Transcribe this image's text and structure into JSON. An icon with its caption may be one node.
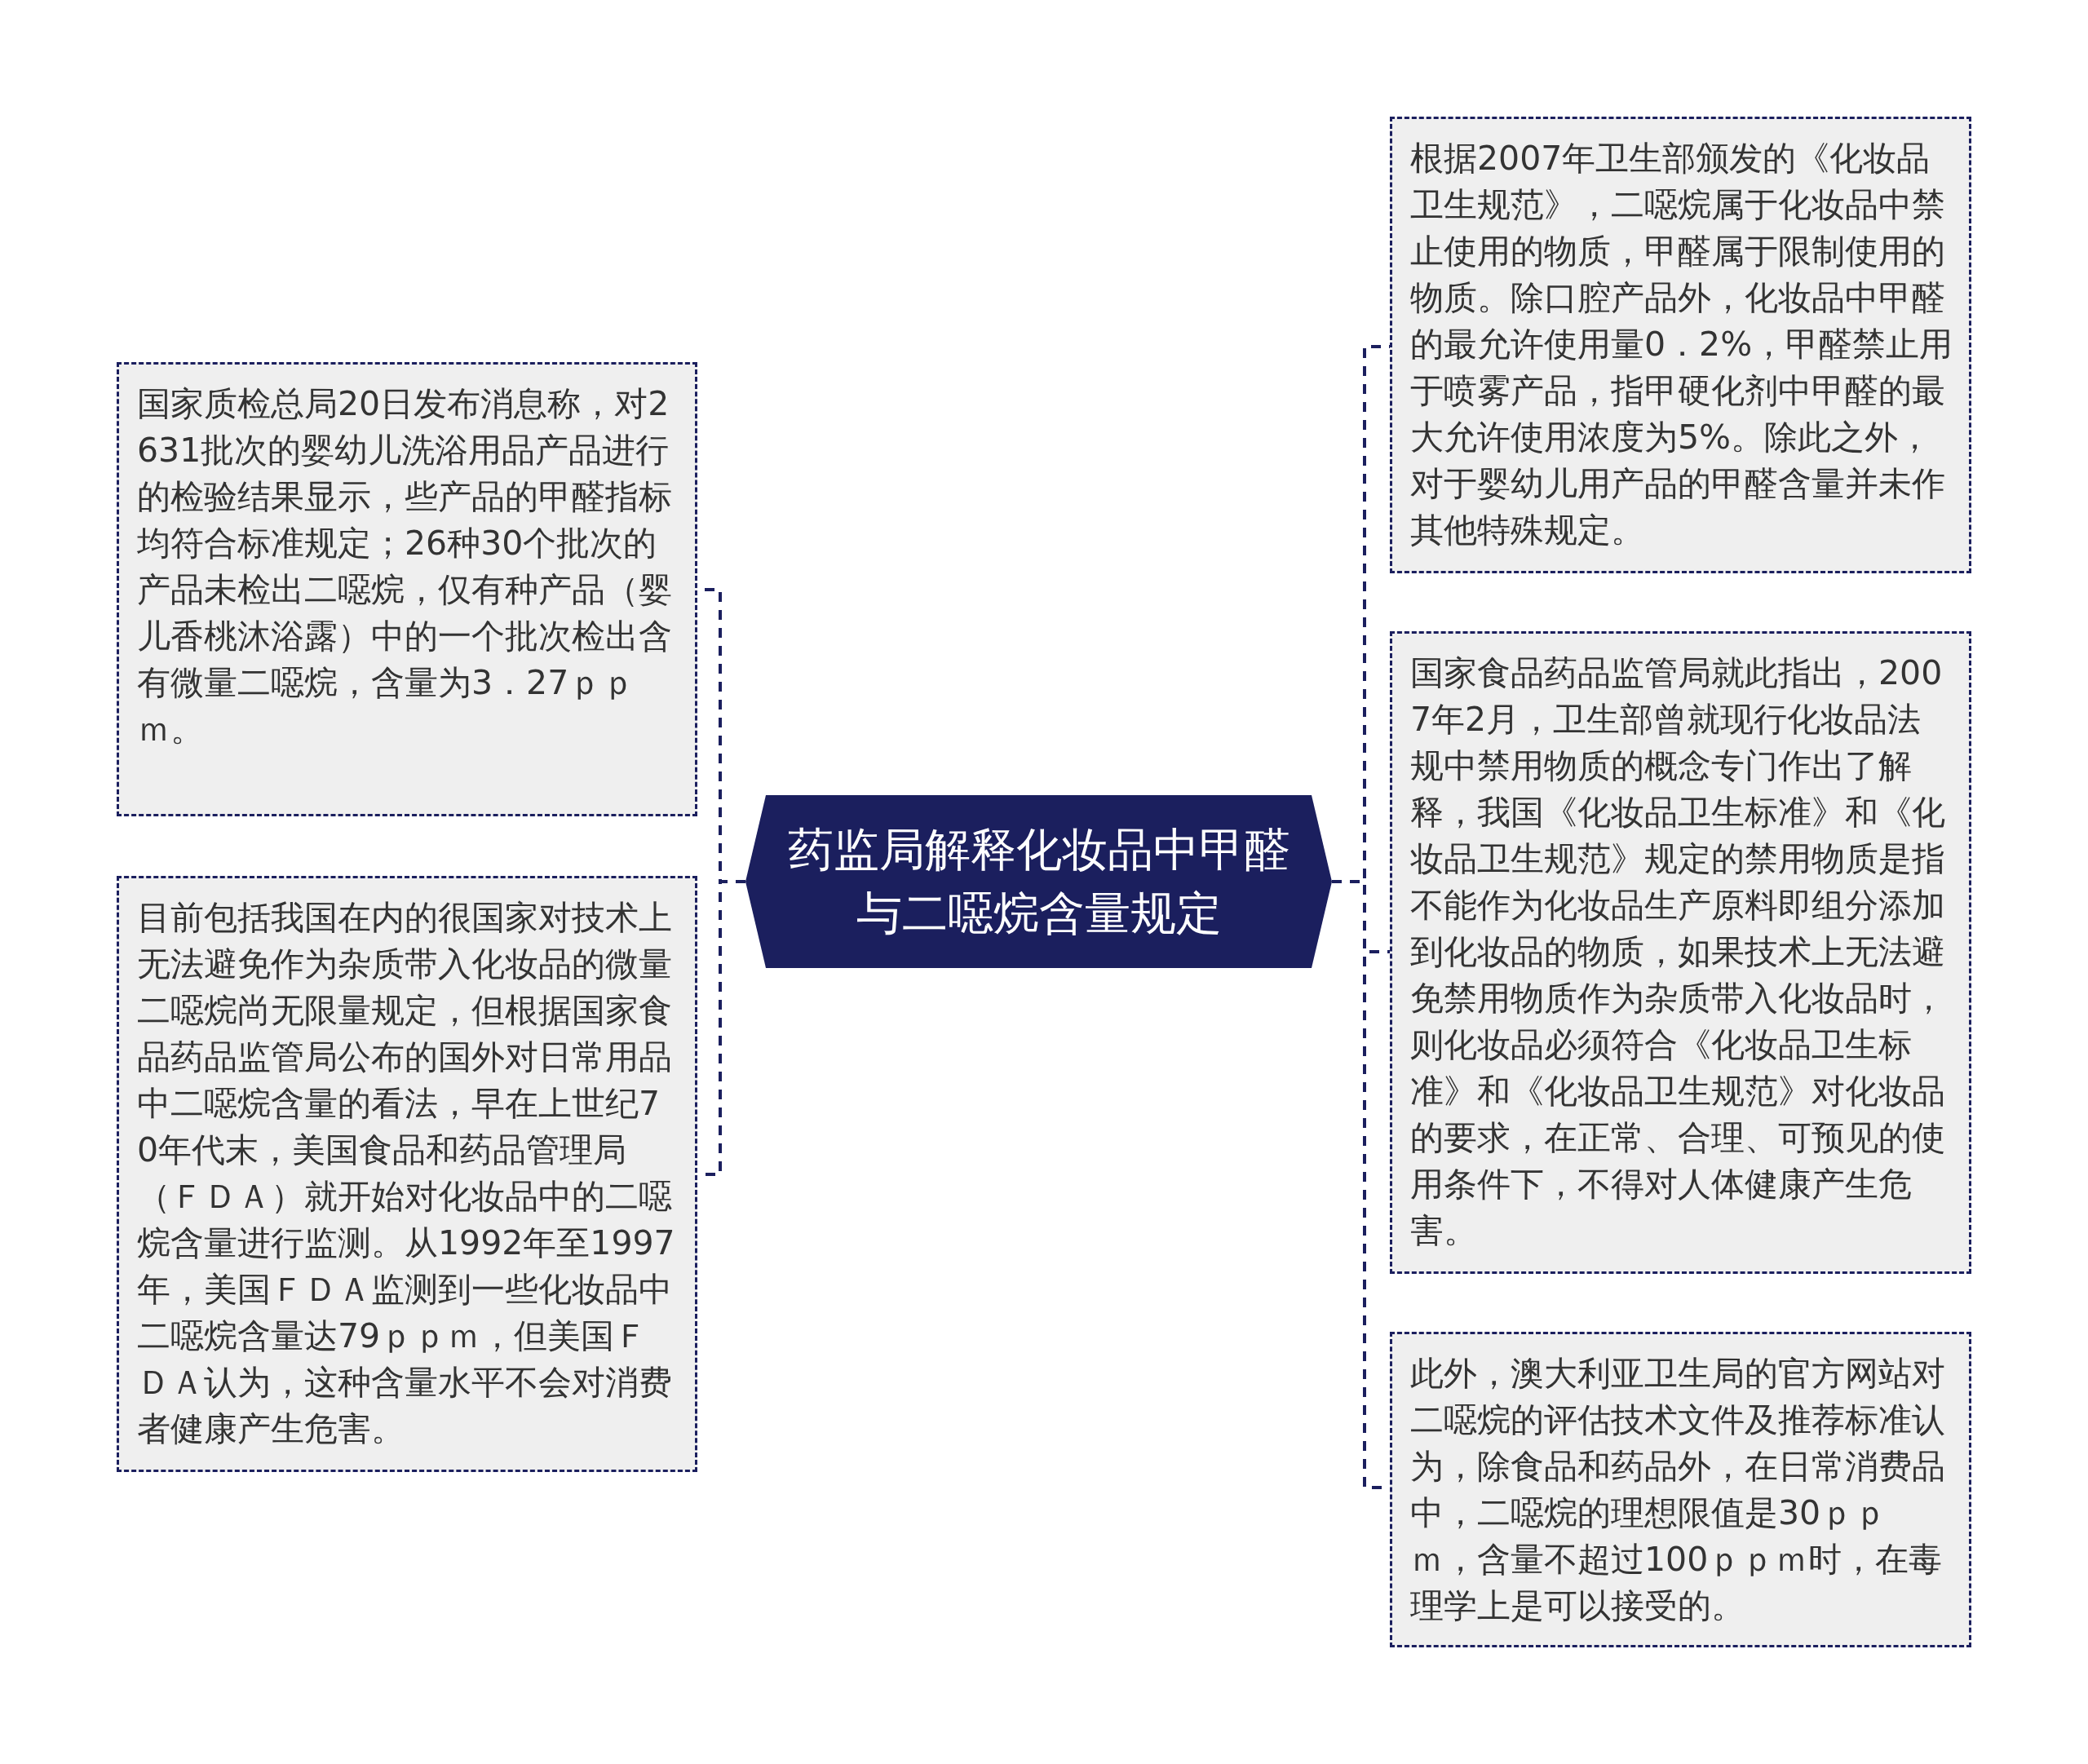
{
  "diagram": {
    "nodes": [
      {
        "text": [
          "药监局解释化妆品中甲醛与二噁烷含量规定"
        ]
      },
      {
        "text": [
          "国家质检总局20日发布消息称，对2631批次的婴幼儿洗浴用品产品进行的检验结果显示，些产品的甲醛指标均符合标准规定；26种30个批次的产品未检出二噁烷，仅有种产品（婴儿香桃沐浴露）中的一个批次检出含有微量二噁烷，含量为3．27ｐｐｍ。"
        ]
      },
      {
        "text": [
          "目前包括我国在内的很国家对技术上无法避免作为杂质带入化妆品的微量二噁烷尚无限量规定，但根据国家食品药品监管局公布的国外对日常用品中二噁烷含量的看法，早在上世纪70年代末，美国食品和药品管理局（ＦＤＡ）就开始对化妆品中的二噁烷含量进行监测。从1992年至1997年，美国ＦＤＡ监测到一些化妆品中二噁烷含量达79ｐｐｍ，但美国ＦＤＡ认为，这种含量水平不会对消费者健康产生危害。"
        ]
      },
      {
        "text": [
          "根据2007年卫生部颁发的《化妆品卫生规范》，二噁烷属于化妆品中禁止使用的物质，甲醛属于限制使用的物质。除口腔产品外，化妆品中甲醛的最允许使用量0．2%，甲醛禁止用于喷雾产品，指甲硬化剂中甲醛的最大允许使用浓度为5%。除此之外，对于婴幼儿用产品的甲醛含量并未作其他特殊规定。"
        ]
      },
      {
        "text": [
          "国家食品药品监管局就此指出，2007年2月，卫生部曾就现行化妆品法规中禁用物质的概念专门作出了解释，我国《化妆品卫生标准》和《化妆品卫生规范》规定的禁用物质是指不能作为化妆品生产原料即组分添加到化妆品的物质，如果技术上无法避免禁用物质作为杂质带入化妆品时，则化妆品必须符合《化妆品卫生标准》和《化妆品卫生规范》对化妆品的要求，在正常、合理、可预见的使用条件下，不得对人体健康产生危害。"
        ]
      },
      {
        "text": [
          "此外，澳大利亚卫生局的官方网站对二噁烷的评估技术文件及推荐标准认为，除食品和药品外，在日常消费品中，二噁烷的理想限值是30ｐｐｍ，含量不超过100ｐｐｍ时，在毒理学上是可以接受的。"
        ]
      }
    ],
    "edges": [
      {
        "from": 0,
        "to": 1,
        "arrow": "none"
      },
      {
        "from": 0,
        "to": 2,
        "arrow": "none"
      },
      {
        "from": 0,
        "to": 3,
        "arrow": "none"
      },
      {
        "from": 0,
        "to": 4,
        "arrow": "none"
      },
      {
        "from": 0,
        "to": 5,
        "arrow": "none"
      }
    ]
  }
}
